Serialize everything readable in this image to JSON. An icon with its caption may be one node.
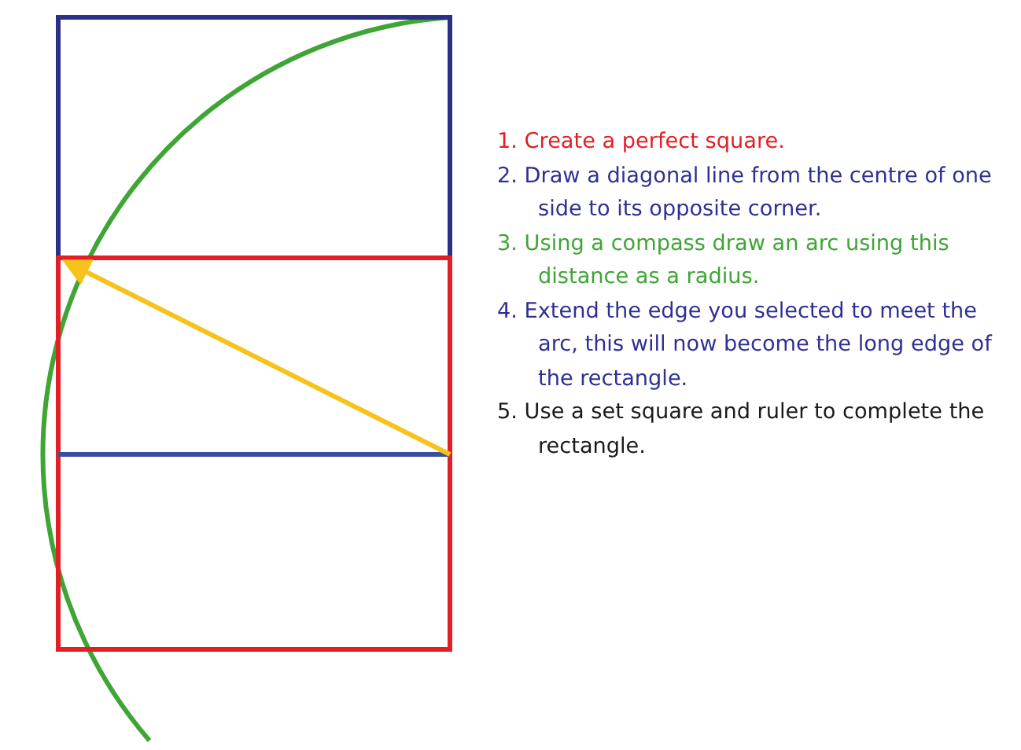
{
  "diagram": {
    "labels": [
      "1. Create a perfect square.",
      "2. Draw a diagonal line from the centre of one side to its opposite corner.",
      "3. Using a compass draw an arc using this distance as a radius.",
      "4. Extend the edge you selected to meet the arc, this will now become the long edge of the rectangle.",
      "5. Use a set square and ruler to complete the rectangle."
    ]
  }
}
